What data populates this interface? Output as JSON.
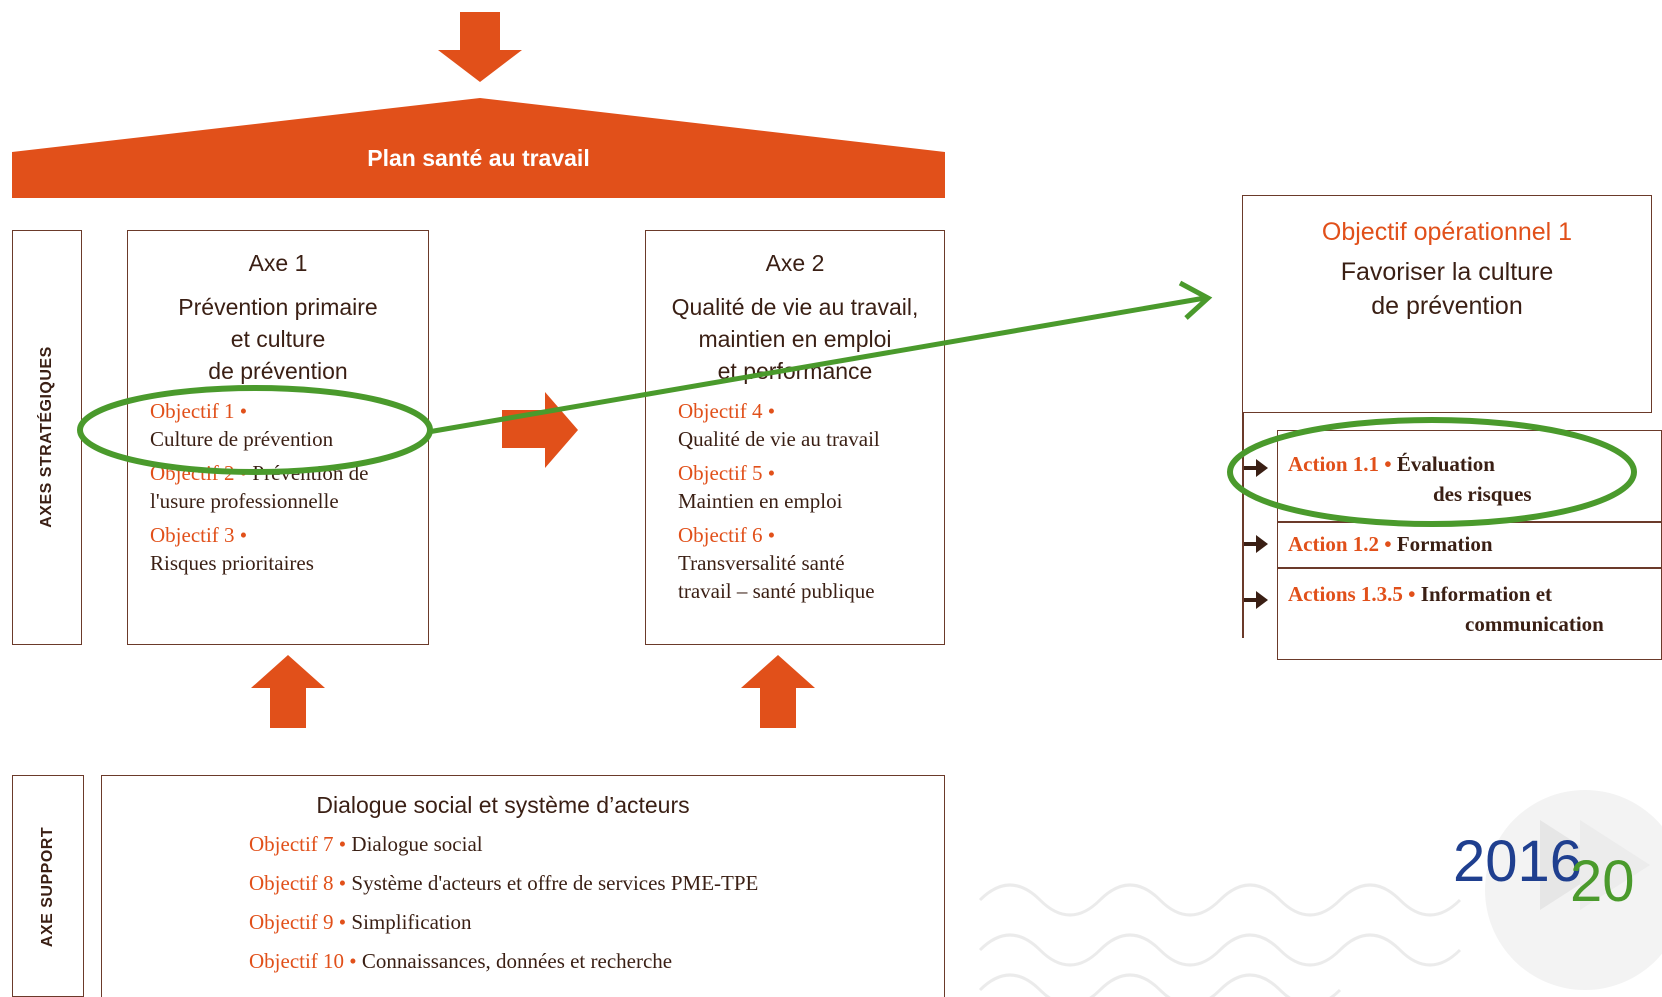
{
  "plan": {
    "title": "Plan santé au travail"
  },
  "axes_strategiques_label": "Axes stratégiques",
  "axe_support_label": "Axe support",
  "axe1": {
    "title": "Axe 1",
    "subtitle_l1": "Prévention primaire",
    "subtitle_l2": "et culture",
    "subtitle_l3": "de prévention",
    "objectives": [
      {
        "label": "Objectif 1 •",
        "text": "Culture de prévention"
      },
      {
        "label": "Objectif 2 •",
        "text": "Prévention de",
        "text2": "l'usure professionnelle"
      },
      {
        "label": "Objectif 3 •",
        "text": "Risques prioritaires"
      }
    ]
  },
  "axe2": {
    "title": "Axe 2",
    "subtitle_l1": "Qualité de vie au travail,",
    "subtitle_l2": "maintien en emploi",
    "subtitle_l3": "et performance",
    "objectives": [
      {
        "label": "Objectif 4 •",
        "text": "Qualité de vie au travail"
      },
      {
        "label": "Objectif 5 •",
        "text": "Maintien en emploi"
      },
      {
        "label": "Objectif 6 •",
        "text": "Transversalité santé",
        "text2": "travail – santé publique"
      }
    ]
  },
  "support": {
    "title": "Dialogue social et système d’acteurs",
    "objectives": [
      {
        "label": "Objectif 7 •",
        "text": "Dialogue social"
      },
      {
        "label": "Objectif 8 •",
        "text": "Système d'acteurs et offre de services PME-TPE"
      },
      {
        "label": "Objectif 9 •",
        "text": "Simplification"
      },
      {
        "label": "Objectif 10 •",
        "text": "Connaissances, données et recherche"
      }
    ]
  },
  "operational": {
    "title": "Objectif opérationnel 1",
    "subtitle_l1": "Favoriser la culture",
    "subtitle_l2": "de prévention",
    "actions": [
      {
        "label": "Action 1.1 •",
        "text": "Évaluation",
        "text2": "des risques"
      },
      {
        "label": "Action 1.2 •",
        "text": "Formation"
      },
      {
        "label": "Actions 1.3.5 •",
        "text": "Information et",
        "text2": "communication"
      }
    ]
  },
  "logo": {
    "year_start": "2016",
    "year_end": "20"
  },
  "colors": {
    "accent": "#e1501a",
    "highlight": "#4a9a2c",
    "text": "#3a1f14"
  }
}
